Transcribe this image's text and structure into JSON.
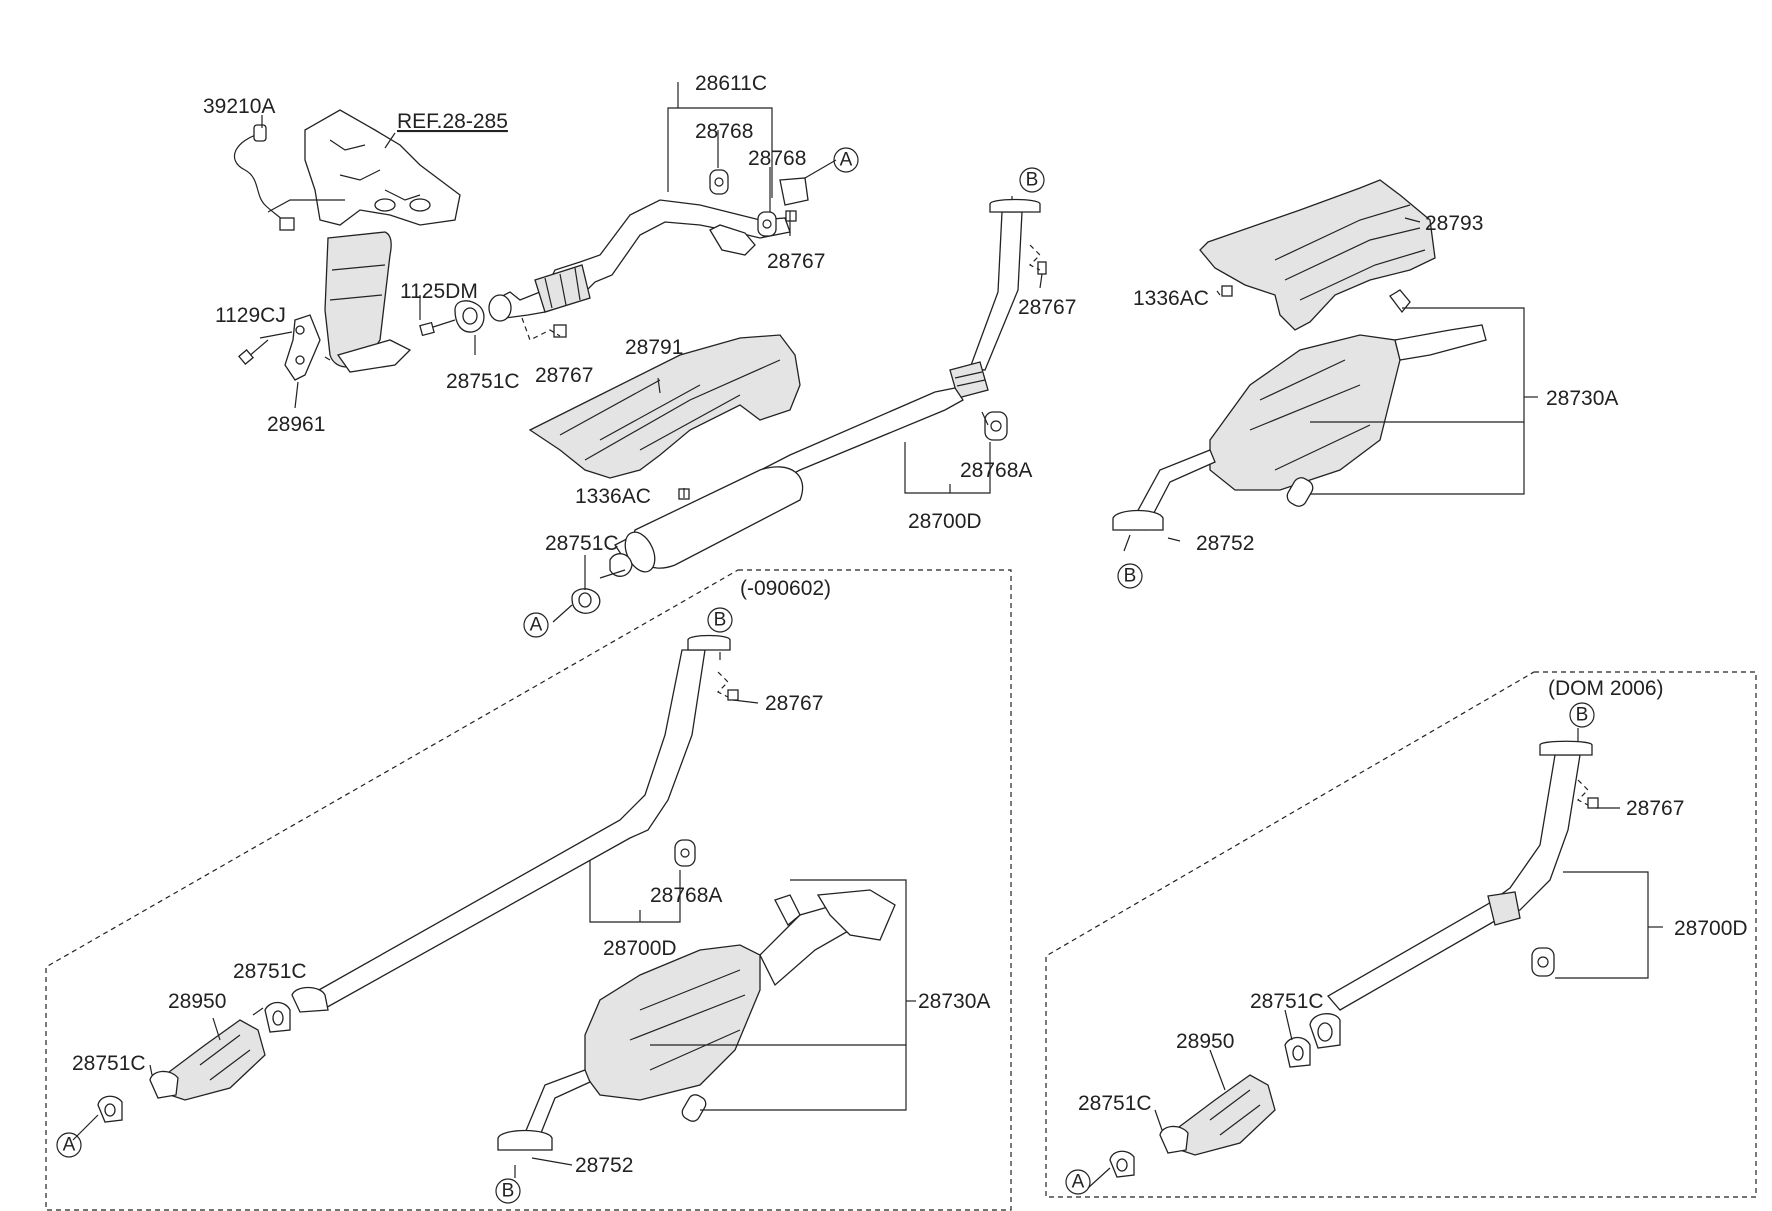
{
  "diagram": {
    "labels": {
      "p39210A": "39210A",
      "ref28285": "REF.28-285",
      "p28611C": "28611C",
      "p28768a": "28768",
      "p28768b": "28768",
      "p28767a": "28767",
      "p28767b": "28767",
      "p28767c": "28767",
      "p28767d": "28767",
      "p28767e": "28767",
      "p1125DM": "1125DM",
      "p1129CJ": "1129CJ",
      "p28751Ca": "28751C",
      "p28751Cb": "28751C",
      "p28751Cc": "28751C",
      "p28751Cd": "28751C",
      "p28751Ce": "28751C",
      "p28751Cf": "28751C",
      "p28961": "28961",
      "p28791": "28791",
      "p1336ACa": "1336AC",
      "p1336ACb": "1336AC",
      "p28768Aa": "28768A",
      "p28768Ab": "28768A",
      "p28700Da": "28700D",
      "p28700Db": "28700D",
      "p28700Dc": "28700D",
      "p28793": "28793",
      "p28730Aa": "28730A",
      "p28730Ab": "28730A",
      "p28752a": "28752",
      "p28752b": "28752",
      "p28950a": "28950",
      "p28950b": "28950",
      "variant1": "(-090602)",
      "variant2": "(DOM 2006)"
    },
    "markers": {
      "a1": "A",
      "a2": "A",
      "a3": "A",
      "a4": "A",
      "b1": "B",
      "b2": "B",
      "b3": "B",
      "b4": "B",
      "b5": "B"
    }
  }
}
